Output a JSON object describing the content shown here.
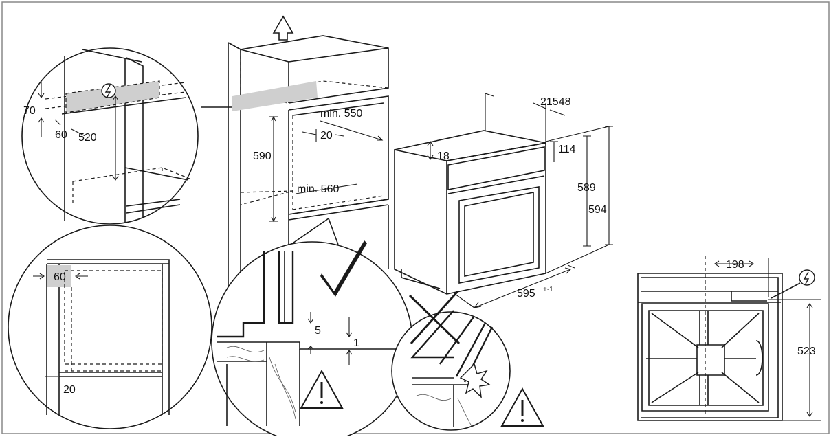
{
  "diagram": {
    "frame_color": "#888888",
    "line_color": "#1a1a1a",
    "highlight_color": "#cfcfcf",
    "icons": [
      "arrow-up-icon",
      "power-connection-icon",
      "checkmark-icon",
      "cross-icon",
      "warning-triangle-icon"
    ],
    "labels": {
      "tl_70": "70",
      "tl_60": "60",
      "tl_520": "520",
      "bl_60": "60",
      "bl_20": "20",
      "cab_590": "590",
      "cab_min550": "min. 550",
      "cab_20": "20",
      "cab_min560": "min. 560",
      "oven_21548": "21548",
      "oven_18": "18",
      "oven_114": "114",
      "oven_589": "589",
      "oven_594": "594",
      "oven_595": "595",
      "oven_595_tol": "+-1",
      "det_5": "5",
      "det_1": "1",
      "top_198": "198",
      "top_523": "523"
    }
  }
}
